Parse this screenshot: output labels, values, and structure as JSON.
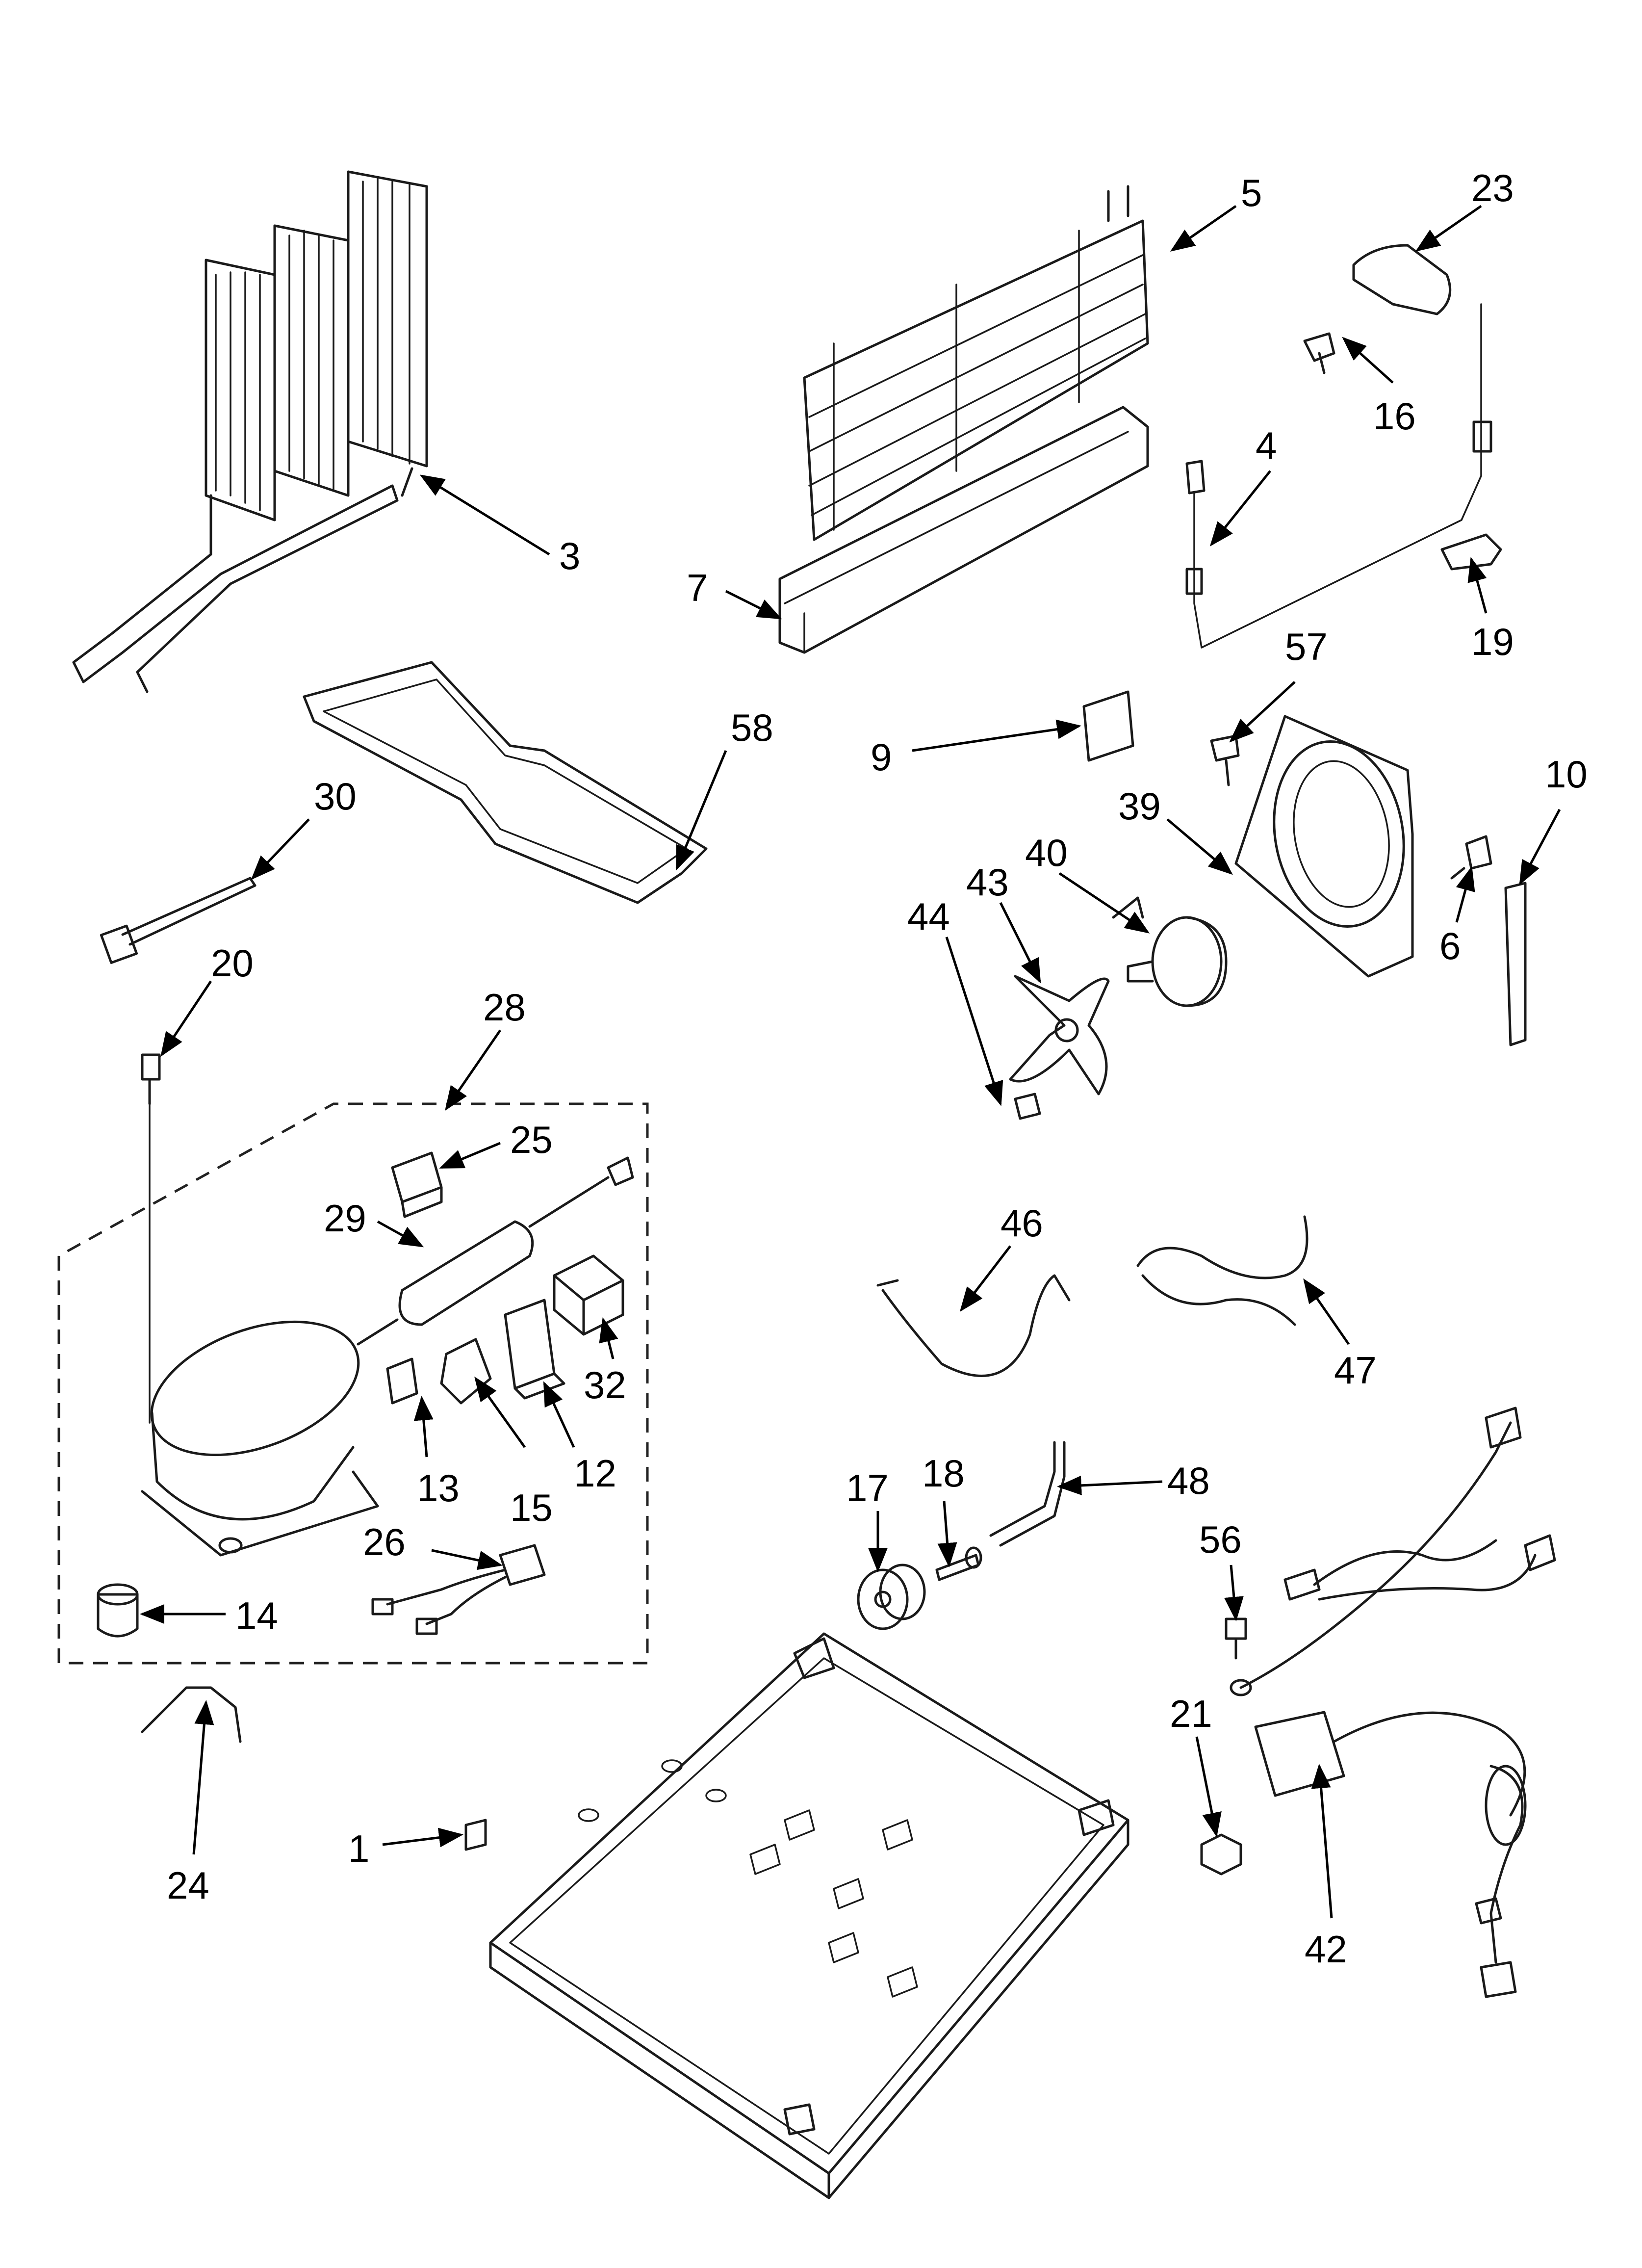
{
  "diagram": {
    "labels": {
      "p1": "1",
      "p3": "3",
      "p4": "4",
      "p5": "5",
      "p6": "6",
      "p7": "7",
      "p9": "9",
      "p10": "10",
      "p12": "12",
      "p13": "13",
      "p14": "14",
      "p15": "15",
      "p16": "16",
      "p17": "17",
      "p18": "18",
      "p19": "19",
      "p20": "20",
      "p21": "21",
      "p23": "23",
      "p24": "24",
      "p25": "25",
      "p26": "26",
      "p28": "28",
      "p29": "29",
      "p30": "30",
      "p32": "32",
      "p39": "39",
      "p40": "40",
      "p42": "42",
      "p43": "43",
      "p44": "44",
      "p46": "46",
      "p47": "47",
      "p48": "48",
      "p56": "56",
      "p57": "57",
      "p58": "58"
    }
  }
}
